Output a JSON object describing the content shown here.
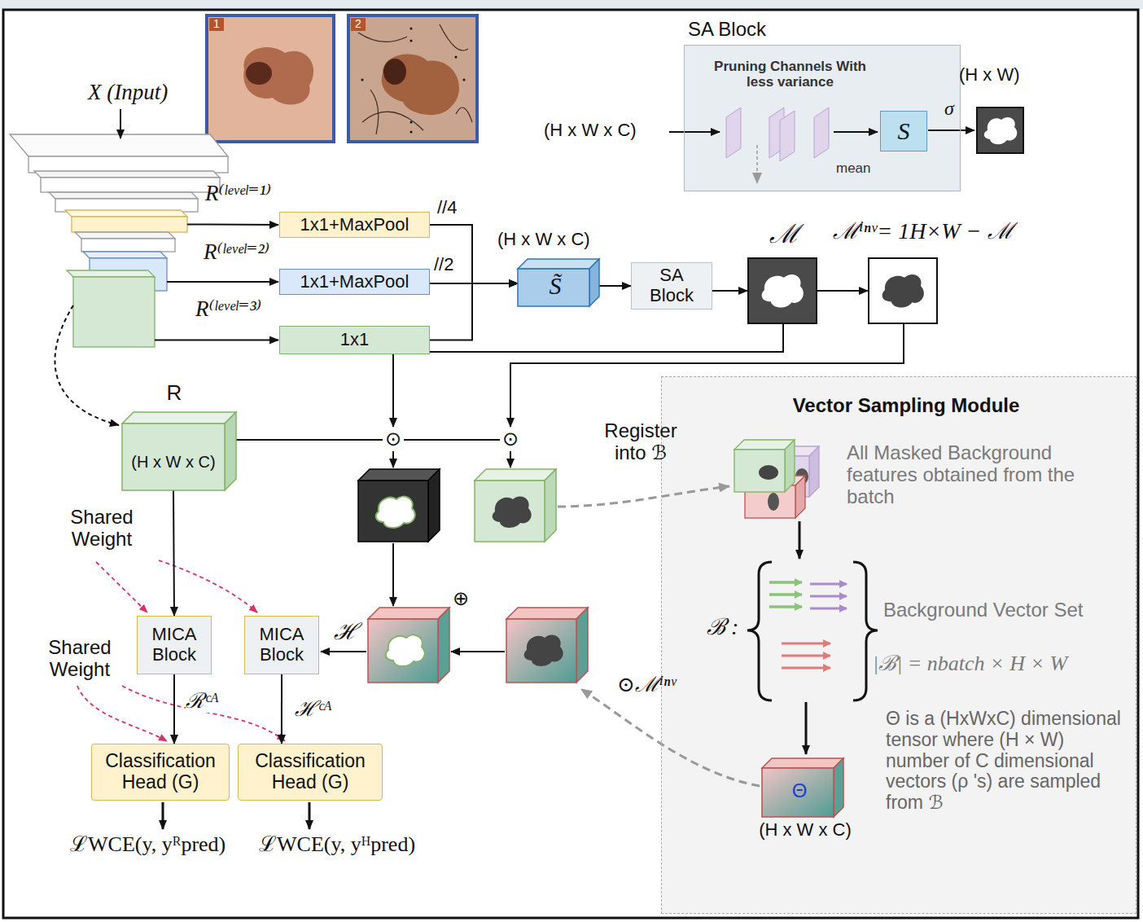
{
  "diagram": {
    "nodes": [
      {
        "text": [
          "SA Block",
          "Pruning Channels With less variance",
          "mean"
        ]
      },
      {
        "text": [
          "S"
        ],
        "in": 0
      },
      {
        "text": [
          "1x1+MaxPool"
        ]
      },
      {
        "text": [
          "1x1+MaxPool"
        ]
      },
      {
        "text": [
          "1x1"
        ]
      },
      {
        "text": [
          "S̃"
        ]
      },
      {
        "text": [
          "SA Block"
        ]
      },
      {
        "text": [
          "ℳ"
        ]
      },
      {
        "text": [
          "ℳⁱⁿᵛ= 1H×W − ℳ"
        ]
      },
      {
        "text": [
          "R",
          "(H x W x C)"
        ]
      },
      {
        "text": [
          "MICA Block"
        ]
      },
      {
        "text": [
          "MICA Block"
        ]
      },
      {
        "text": [
          "Classification Head (G)"
        ]
      },
      {
        "text": [
          "Classification Head (G)"
        ]
      },
      {
        "text": [
          "Vector Sampling Module"
        ]
      },
      {
        "text": [
          "Θ",
          "(H x W x C)"
        ],
        "in": 14
      }
    ],
    "edges": [
      {
        "from": 2,
        "to": 5,
        "arrow": "to"
      },
      {
        "from": 3,
        "to": 5,
        "arrow": "to"
      },
      {
        "from": 4,
        "to": 5,
        "arrow": "to"
      },
      {
        "from": 5,
        "to": 6,
        "arrow": "to"
      },
      {
        "from": 6,
        "to": 7,
        "arrow": "to"
      },
      {
        "from": 7,
        "to": 8,
        "arrow": "to"
      },
      {
        "from": 9,
        "to": 10,
        "arrow": "to"
      },
      {
        "from": 10,
        "to": 12,
        "label": "ℛᶜᴬ",
        "arrow": "to"
      },
      {
        "from": 11,
        "to": 13,
        "label": "ℋᶜᴬ",
        "arrow": "to"
      }
    ],
    "labels": [
      "X (Input)",
      "1",
      "2",
      "(H x W x C)",
      "σ",
      "(H x W)",
      "R⁽ˡᵉᵛᵉˡ⁼¹⁾",
      "//4",
      "R⁽ˡᵉᵛᵉˡ⁼²⁾",
      "//2",
      "(H x W x C)",
      "R⁽ˡᵉᵛᵉˡ⁼³⁾",
      "⊙",
      "⊙",
      "Register into ℬ",
      "All Masked Background features obtained from the batch",
      "Shared Weight",
      "ℋ",
      "⊕",
      "ℬ :",
      "Background Vector Set",
      "|ℬ| = nbatch × H × W",
      "Shared Weight",
      "⊙ℳⁱⁿᵛ",
      "Θ is a (HxWxC) dimensional tensor where (H × W) number of C dimensional vectors (ρ 's) are sampled from ℬ",
      "ℒWCE(y, yᴿpred)",
      "ℒWCE(y, yᴴpred)"
    ]
  }
}
